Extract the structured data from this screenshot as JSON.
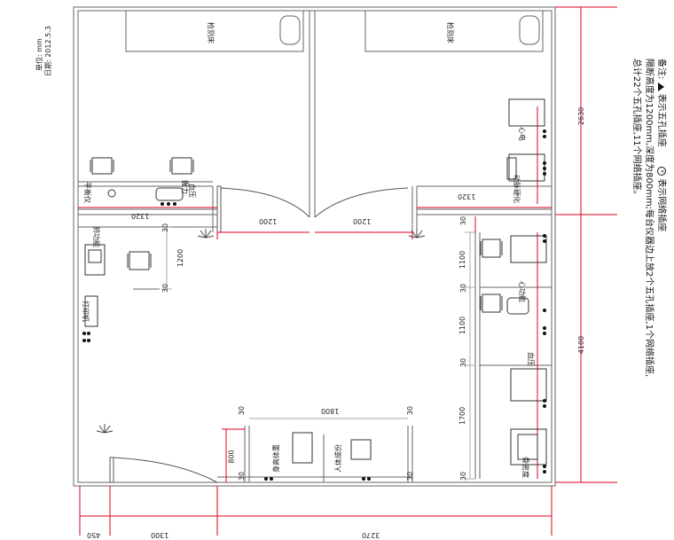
{
  "header": {
    "unit": "单位: mm",
    "date": "日期: 2012.5.3"
  },
  "rooms": {
    "bed_left": "检测床",
    "bed_right": "检测床",
    "grip": "握力",
    "balance": "平衡仪",
    "lung": "肺功能",
    "heart_ecg": "心电",
    "pulse": "动脉硬化",
    "heart_func": "心功能",
    "blood_pressure": "血压",
    "bone": "骨密度",
    "body_comp": "人体成份",
    "height_weight": "身高体重",
    "bp_left": "血压",
    "printer": "打印机"
  },
  "dimensions": {
    "d1320_top": "1320",
    "d1320_right": "1320",
    "d1200_left": "1200",
    "d1200_right": "1200",
    "d1200_v": "1200",
    "d2630": "2630",
    "d4100": "4100",
    "d1100_a": "1100",
    "d1100_b": "1100",
    "d1700": "1700",
    "d1800": "1800",
    "d800": "800",
    "d450": "450",
    "d1300": "1300",
    "d3270": "3270",
    "d30_a": "30",
    "d30_b": "30",
    "d30_c": "30",
    "d30_d": "30",
    "d30_e": "30",
    "d30_f": "30",
    "d30_g": "30",
    "d30_h": "30",
    "d30_i": "30",
    "d30_j": "30"
  },
  "notes": {
    "line1_prefix": "备注:",
    "line1_a": "表示五孔插座",
    "line1_b": "表示网络插座",
    "line2": "隔断高度为1200mm,深度为800mm;每台仪器边上放2个五孔插座,1个网络插座,",
    "line3": "总计22个五孔插座,11个网络插座。"
  }
}
